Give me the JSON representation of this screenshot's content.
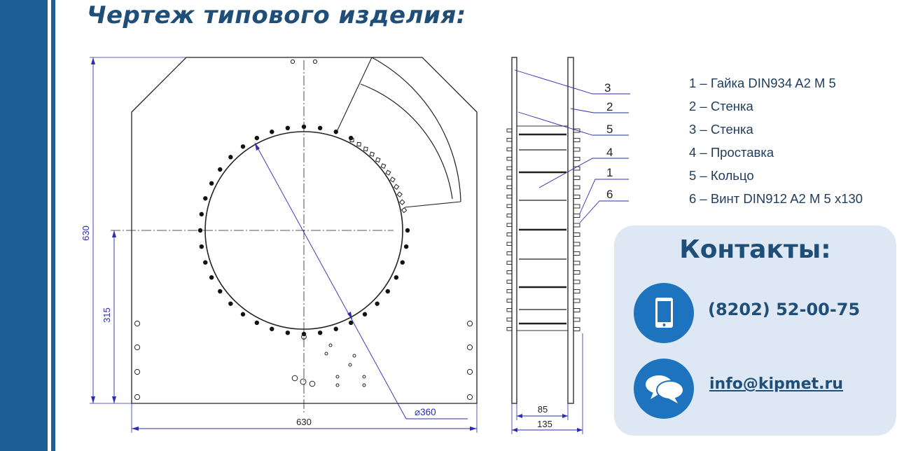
{
  "title": "Чертеж типового изделия:",
  "drawing": {
    "dimensions": {
      "height_total": "630",
      "height_half": "315",
      "width_total": "630",
      "diameter": "⌀360",
      "side_inner": "85",
      "side_outer": "135"
    },
    "callouts": [
      "3",
      "2",
      "5",
      "4",
      "1",
      "6"
    ]
  },
  "legend": [
    "1 – Гайка DIN934 A2 M 5",
    "2 – Стенка",
    "3 – Стенка",
    "4 – Проставка",
    "5 – Кольцо",
    "6 – Винт DIN912 A2 M 5 x130"
  ],
  "contacts": {
    "title": "Контакты:",
    "phone": "(8202) 52-00-75",
    "email": "info@kipmet.ru",
    "icons": [
      "phone-icon",
      "chat-icon"
    ]
  },
  "colors": {
    "brand_blue": "#1d5f95",
    "title_blue": "#1f4e79",
    "panel_bg": "#dde8f4",
    "icon_blue": "#1e73be",
    "dimension_blue": "#2b2bb3",
    "line_black": "#222222"
  }
}
